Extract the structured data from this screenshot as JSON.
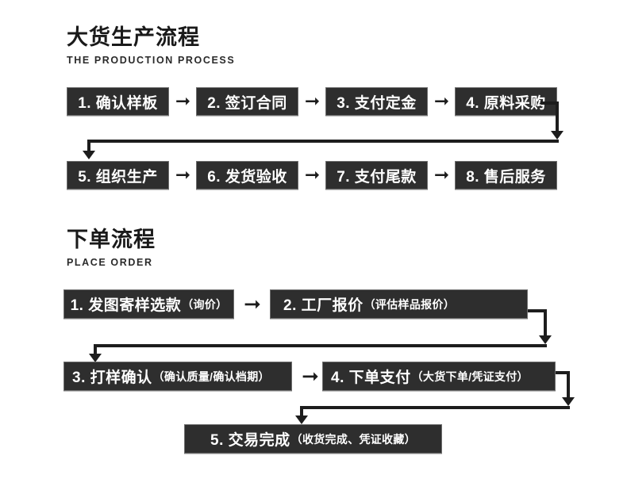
{
  "sections": [
    {
      "id": "production",
      "heading_cn": "大货生产流程",
      "heading_en": "THE PRODUCTION PROCESS",
      "nodes": [
        {
          "main": "1. 确认样板",
          "sub": ""
        },
        {
          "main": "2. 签订合同",
          "sub": ""
        },
        {
          "main": "3. 支付定金",
          "sub": ""
        },
        {
          "main": "4. 原料采购",
          "sub": ""
        },
        {
          "main": "5. 组织生产",
          "sub": ""
        },
        {
          "main": "6. 发货验收",
          "sub": ""
        },
        {
          "main": "7. 支付尾款",
          "sub": ""
        },
        {
          "main": "8. 售后服务",
          "sub": ""
        }
      ]
    },
    {
      "id": "order",
      "heading_cn": "下单流程",
      "heading_en": "PLACE ORDER",
      "nodes": [
        {
          "main": "1. 发图寄样选款",
          "sub": "（询价）"
        },
        {
          "main": "2. 工厂报价",
          "sub": "（评估样品报价）"
        },
        {
          "main": "3. 打样确认",
          "sub": "（确认质量/确认档期）"
        },
        {
          "main": "4. 下单支付",
          "sub": "（大货下单/凭证支付）"
        },
        {
          "main": "5. 交易完成",
          "sub": "（收货完成、凭证收藏）"
        }
      ]
    }
  ],
  "arrows": {
    "right_glyph": "➞",
    "right_glyph_alt": "➝"
  },
  "colors": {
    "node_fill": "#2e2e2e",
    "node_border": "#6f6f6f",
    "node_text": "#ffffff",
    "line": "#1d1d1d",
    "background": "#ffffff",
    "heading_text": "#1a1a1a"
  }
}
